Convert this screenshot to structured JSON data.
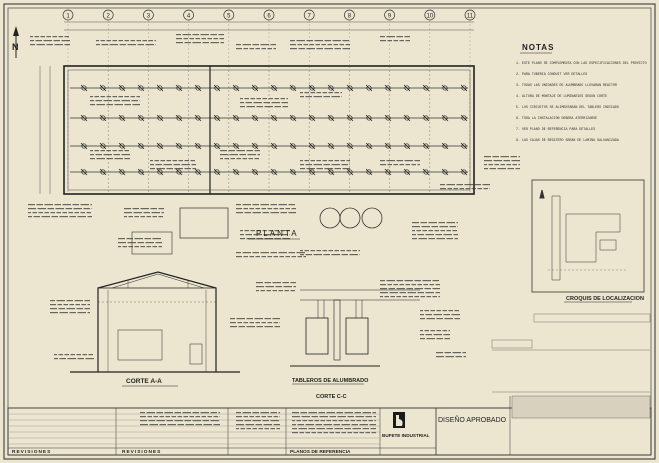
{
  "grid_bubbles": [
    "1",
    "2",
    "3",
    "4",
    "5",
    "6",
    "7",
    "8",
    "9",
    "10",
    "11"
  ],
  "north_label": "N",
  "notes": {
    "title": "NOTAS",
    "items": [
      "1. ESTE PLANO SE COMPLEMENTA CON LAS ESPECIFICACIONES DEL PROYECTO",
      "2. PARA TUBERIA CONDUIT VER DETALLES",
      "3. TODAS LAS UNIDADES DE ALUMBRADO LLEVARAN REACTOR",
      "4. ALTURA DE MONTAJE DE LUMINARIOS SEGUN CORTE",
      "5. LOS CIRCUITOS SE ALIMENTARAN DEL TABLERO INDICADO",
      "6. TODA LA INSTALACION DEBERA ATERRIZARSE",
      "7. VER PLANO DE REFERENCIA PARA DETALLES",
      "8. LAS CAJAS DE REGISTRO SERAN DE LAMINA GALVANIZADA"
    ]
  },
  "labels": {
    "planta": "PLANTA",
    "corte_aa": "CORTE A-A",
    "tableros": "TABLEROS DE ALUMBRADO",
    "corte_cc": "CORTE C-C",
    "croquis": "CROQUIS DE LOCALIZACION"
  },
  "title_block": {
    "revisiones_left": "REVISIONES",
    "revisiones_right": "REVISIONES",
    "planos_ref": "PLANOS DE REFERENCIA",
    "company": "BUFETE INDUSTRIAL",
    "diseno": "DISEÑO APROBADO"
  }
}
